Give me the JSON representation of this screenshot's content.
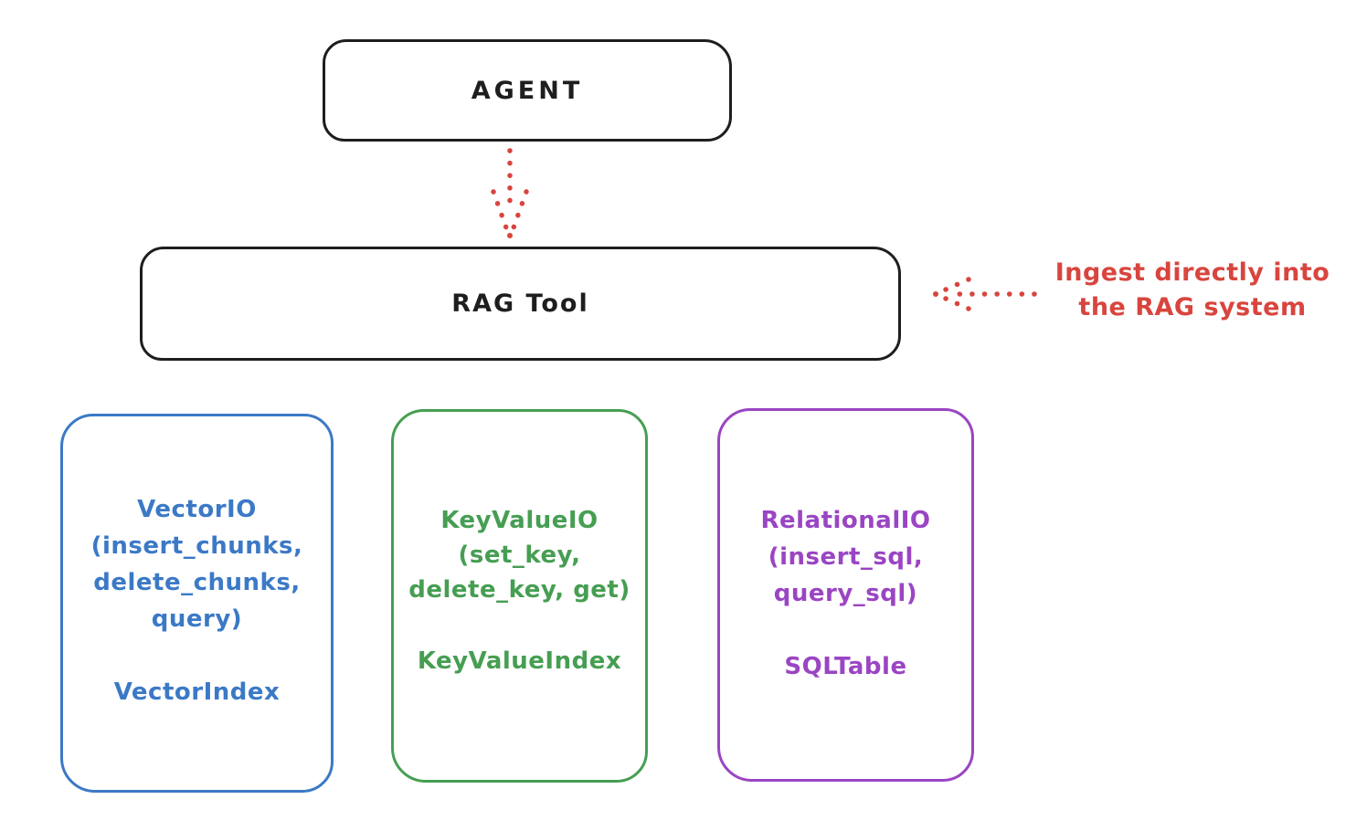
{
  "diagram": {
    "agent_box": {
      "label": "AGENT"
    },
    "rag_tool_box": {
      "label": "RAG Tool"
    },
    "annotation": {
      "line1": "Ingest directly into",
      "line2": "the RAG system"
    },
    "backends": [
      {
        "name": "vector-io",
        "lines": [
          "VectorIO",
          "(insert_chunks,",
          "delete_chunks,",
          "query)"
        ],
        "index_label": "VectorIndex"
      },
      {
        "name": "keyvalue-io",
        "lines": [
          "KeyValueIO",
          "(set_key,",
          "delete_key, get)"
        ],
        "index_label": "KeyValueIndex"
      },
      {
        "name": "relational-io",
        "lines": [
          "RelationalIO",
          "(insert_sql,",
          "query_sql)"
        ],
        "index_label": "SQLTable"
      }
    ],
    "colors": {
      "ink": "#1e1e1e",
      "accent_red": "#d8453e",
      "vector_blue": "#3b79c6",
      "keyvalue_green": "#469e52",
      "relational_purple": "#9a45c3",
      "background": "#ffffff"
    }
  }
}
